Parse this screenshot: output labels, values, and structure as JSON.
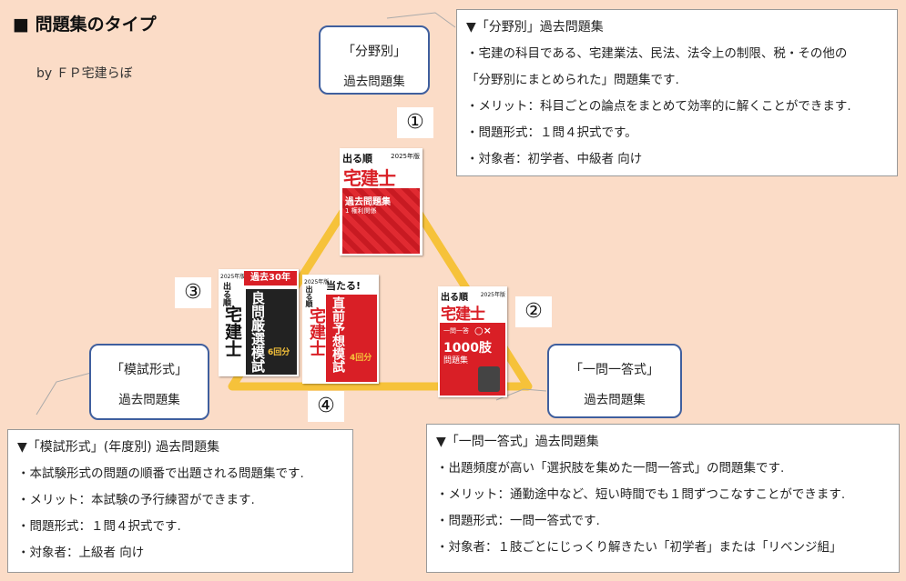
{
  "title": "■ 問題集のタイプ",
  "byline": "by ＦＰ宅建らぼ",
  "colors": {
    "background": "#fbdcc7",
    "triangle": "#f6c23a",
    "box_border": "#3f5f9e",
    "book_red": "#d91f26"
  },
  "labels": {
    "bunyabetsu": {
      "line1": "「分野別」",
      "line2": "過去問題集"
    },
    "moshi": {
      "line1": "「模試形式」",
      "line2": "過去問題集"
    },
    "ichimon": {
      "line1": "「一問一答式」",
      "line2": "過去問題集"
    }
  },
  "numbers": {
    "n1": "①",
    "n2": "②",
    "n3": "③",
    "n4": "④"
  },
  "info_bunyabetsu": {
    "heading": "▼「分野別」過去問題集",
    "rows": [
      "・宅建の科目である、宅建業法、民法、法令上の制限、税・その他の",
      "「分野別にまとめられた」問題集です.",
      "・メリット：科目ごとの論点をまとめて効率的に解くことができます.",
      "・問題形式：１問４択式です。",
      "・対象者：初学者、中級者 向け"
    ]
  },
  "info_moshi": {
    "heading": "▼「模試形式」(年度別) 過去問題集",
    "rows": [
      "・本試験形式の問題の順番で出題される問題集です.",
      "・メリット：本試験の予行練習ができます.",
      "・問題形式：１問４択式です.",
      "・対象者：上級者 向け"
    ]
  },
  "info_ichimon": {
    "heading": "▼「一問一答式」過去問題集",
    "rows": [
      "・出題頻度が高い「選択肢を集めた一問一答式」の問題集です.",
      "・メリット：通勤途中など、短い時間でも１問ずつこなすことができます.",
      "・問題形式：一問一答式です.",
      "・対象者：１肢ごとにじっくり解きたい「初学者」または「リベンジ組」"
    ]
  },
  "books": {
    "book1": {
      "top": "出る順",
      "year": "2025年版",
      "main": "宅建士",
      "sub": "過去問題集",
      "vol": "1 権利関係"
    },
    "book2": {
      "top": "出る順",
      "year": "2025年版",
      "main": "宅建士",
      "sub": "一問一答",
      "count": "1000肢",
      "sub2": "問題集",
      "mark": "○×"
    },
    "book3": {
      "top": "出る順",
      "year": "2025年版",
      "main": "宅建士",
      "badge": "過去30年",
      "vertical": "良問厳選模試",
      "num": "6回分"
    },
    "book4": {
      "top": "出る順",
      "year": "2025年版",
      "main": "宅建士",
      "hit": "当たる!",
      "vertical": "直前予想模試",
      "num": "4回分"
    }
  }
}
